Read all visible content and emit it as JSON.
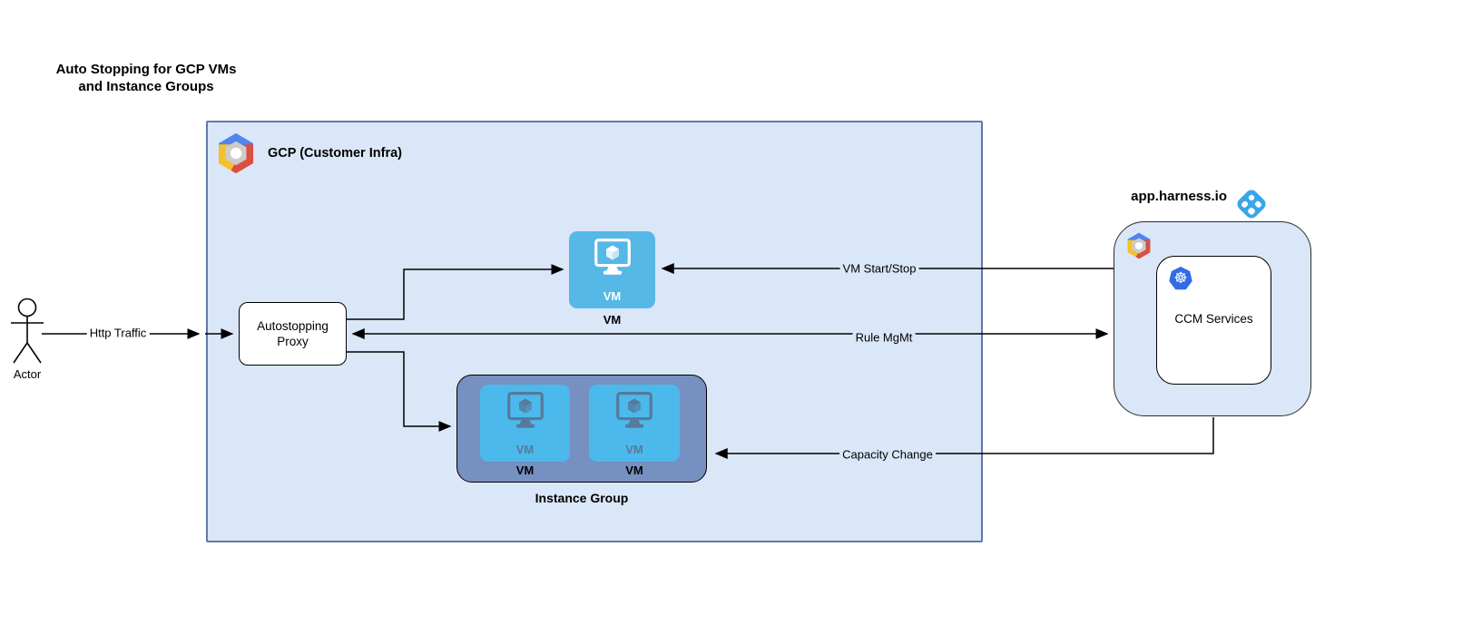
{
  "title": {
    "line1": "Auto Stopping for GCP VMs",
    "line2": "and Instance Groups"
  },
  "actor": {
    "label": "Actor"
  },
  "gcp_container": {
    "label": "GCP (Customer Infra)"
  },
  "proxy": {
    "line1": "Autostopping",
    "line2": "Proxy"
  },
  "vm_node": {
    "icon_text": "VM",
    "label": "VM"
  },
  "instance_group": {
    "label": "Instance Group",
    "vms": [
      {
        "icon_text": "VM",
        "label": "VM"
      },
      {
        "icon_text": "VM",
        "label": "VM"
      }
    ]
  },
  "harness": {
    "domain": "app.harness.io",
    "ccm_label": "CCM Services"
  },
  "edges": {
    "http_traffic": "Http Traffic",
    "vm_start_stop": "VM Start/Stop",
    "rule_mgmt": "Rule MgMt",
    "capacity_change": "Capacity Change"
  },
  "icons": {
    "gcp": "gcp-hexagon-logo",
    "harness": "harness-diamond-logo",
    "kubernetes": "kubernetes-helm-wheel",
    "vm": "vm-monitor-with-cube",
    "actor": "stick-figure"
  },
  "colors": {
    "container_fill": "#dae7f8",
    "container_border": "#5f7aa6",
    "vm_blue": "#55b8e6",
    "tile_blue": "#4cb9ec",
    "tile_icon": "#567a9b",
    "ig_fill": "#7590c1",
    "harness_blue": "#39a6e8",
    "k8s_blue": "#326ce5",
    "gcp_blue": "#5184ec",
    "gcp_red": "#dc4e41",
    "gcp_yellow": "#f3c12b",
    "line": "#000000"
  }
}
